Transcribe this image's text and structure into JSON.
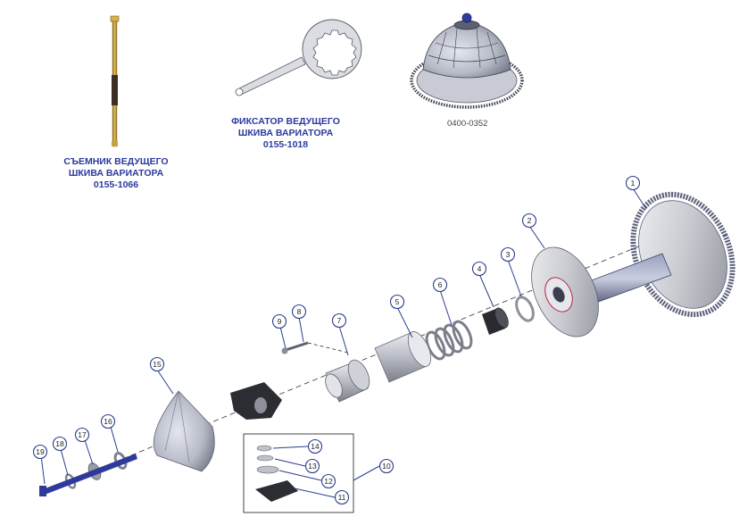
{
  "tools": {
    "puller": {
      "line1": "СЪЕМНИК ВЕДУЩЕГО",
      "line2": "ШКИВА ВАРИАТОРА",
      "code": "0155-1066"
    },
    "holder": {
      "line1": "ФИКСАТОР ВЕДУЩЕГО",
      "line2": "ШКИВА ВАРИАТОРА",
      "code": "0155-1018"
    },
    "assembly": {
      "code": "0400-0352"
    }
  },
  "callouts": [
    "1",
    "2",
    "3",
    "4",
    "5",
    "6",
    "7",
    "8",
    "9",
    "10",
    "11",
    "12",
    "13",
    "14",
    "15",
    "16",
    "17",
    "18",
    "19"
  ],
  "colors": {
    "callout_stroke": "#2a3f8f",
    "caption": "#2b3a9e"
  }
}
